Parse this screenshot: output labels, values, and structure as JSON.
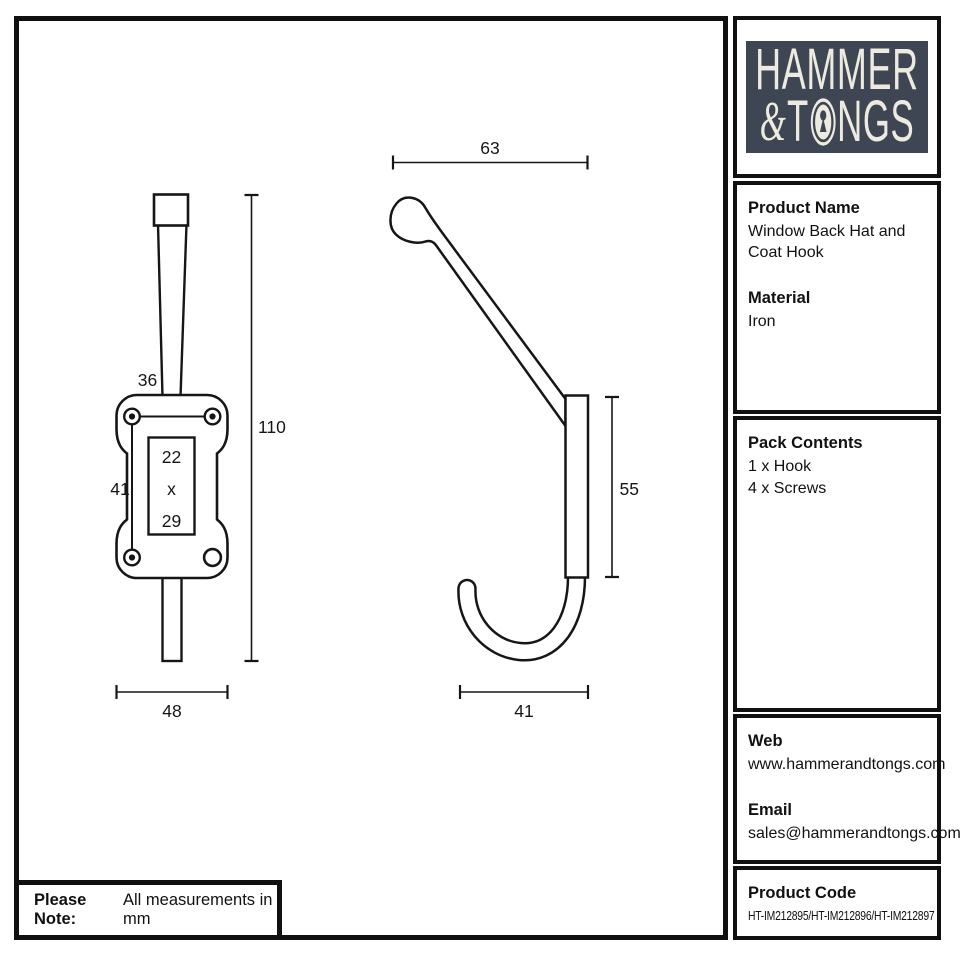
{
  "brand": {
    "name_line1": "HAMMER",
    "ampersand": "&",
    "tongs_before_o": "T",
    "tongs_after_o": "NGS",
    "bg_color": "#3e4653",
    "fg_color": "#edeadf"
  },
  "info_panels": {
    "product_name": {
      "heading": "Product Name",
      "value": "Window Back Hat and Coat Hook"
    },
    "material": {
      "heading": "Material",
      "value": "Iron"
    },
    "pack_contents": {
      "heading": "Pack Contents",
      "items": [
        "1 x Hook",
        "4 x Screws"
      ]
    },
    "web": {
      "heading": "Web",
      "value": "www.hammerandtongs.com"
    },
    "email": {
      "heading": "Email",
      "value": "sales@hammerandtongs.com"
    },
    "product_code": {
      "heading": "Product Code",
      "value": "HT-IM212895/HT-IM212896/HT-IM212897"
    }
  },
  "note": {
    "label": "Please Note:",
    "text": "All measurements in mm"
  },
  "dimensions": {
    "front": {
      "hole_span_top": "36",
      "overall_height": "110",
      "hole_span_side": "41",
      "plate_size": [
        "22",
        "x",
        "29"
      ],
      "base_width": "48"
    },
    "side": {
      "top_depth": "63",
      "plate_height": "55",
      "hook_depth": "41"
    }
  }
}
